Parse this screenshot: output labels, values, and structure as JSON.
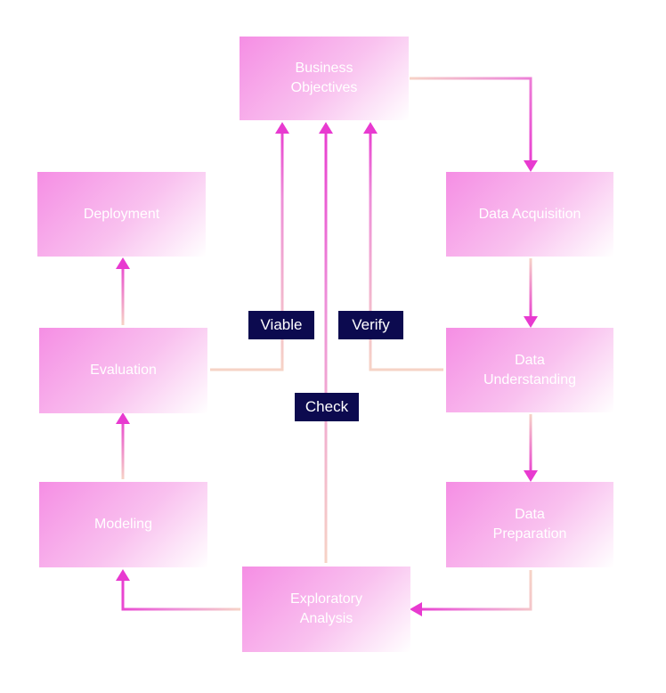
{
  "nodes": {
    "business_objectives": "Business\nObjectives",
    "deployment": "Deployment",
    "data_acquisition": "Data Acquisition",
    "evaluation": "Evaluation",
    "data_understanding": "Data\nUnderstanding",
    "modeling": "Modeling",
    "data_preparation": "Data\nPreparation",
    "exploratory_analysis": "Exploratory\nAnalysis"
  },
  "labels": {
    "viable": "Viable",
    "verify": "Verify",
    "check": "Check"
  },
  "colors": {
    "accent": "#e83ad0",
    "line_fade": "#f6d3c6",
    "label_bg": "#0c0a4f"
  }
}
